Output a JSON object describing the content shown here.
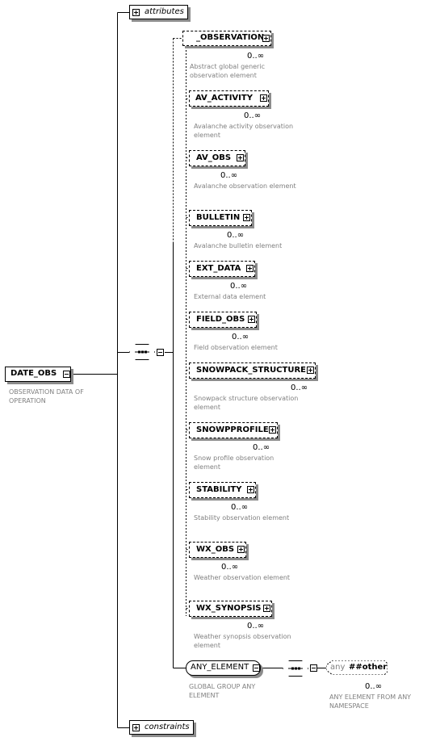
{
  "root": {
    "name": "DATE_OBS",
    "description": "OBSERVATION DATA OF OPERATION"
  },
  "attributes_label": "attributes",
  "constraints_label": "constraints",
  "elements": [
    {
      "name": "_OBSERVATION",
      "cardinality": "0..∞",
      "description": "Abstract global generic observation element"
    },
    {
      "name": "AV_ACTIVITY",
      "cardinality": "0..∞",
      "description": "Avalanche activity observation element"
    },
    {
      "name": "AV_OBS",
      "cardinality": "0..∞",
      "description": "Avalanche observation element"
    },
    {
      "name": "BULLETIN",
      "cardinality": "0..∞",
      "description": "Avalanche bulletin element"
    },
    {
      "name": "EXT_DATA",
      "cardinality": "0..∞",
      "description": "External data element"
    },
    {
      "name": "FIELD_OBS",
      "cardinality": "0..∞",
      "description": "Field observation element"
    },
    {
      "name": "SNOWPACK_STRUCTURE",
      "cardinality": "0..∞",
      "description": "Snowpack structure observation element"
    },
    {
      "name": "SNOWPPROFILE",
      "cardinality": "0..∞",
      "description": "Snow profile observation element"
    },
    {
      "name": "STABILITY",
      "cardinality": "0..∞",
      "description": "Stability observation element"
    },
    {
      "name": "WX_OBS",
      "cardinality": "0..∞",
      "description": "Weather observation element"
    },
    {
      "name": "WX_SYNOPSIS",
      "cardinality": "0..∞",
      "description": "Weather synopsis observation element"
    }
  ],
  "any_element": {
    "name": "ANY_ELEMENT",
    "description": "GLOBAL GROUP ANY ELEMENT",
    "wildcard_prefix": "any",
    "wildcard_ns": "##other",
    "wildcard_cardinality": "0..∞",
    "wildcard_description": "ANY ELEMENT FROM ANY NAMESPACE"
  }
}
